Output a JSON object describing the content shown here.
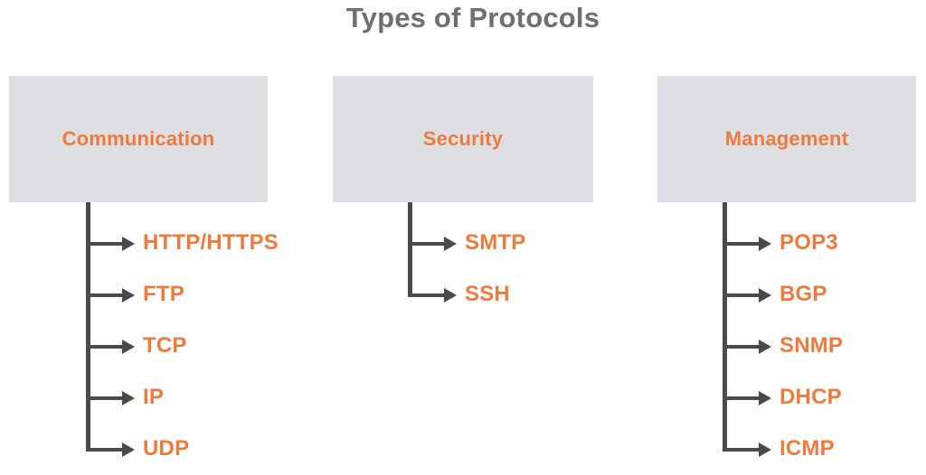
{
  "title": "Types of Protocols",
  "colors": {
    "accent_orange": "#F0793C",
    "box_gray": "#DEDFE2",
    "line_gray": "#4A4A4A",
    "title_gray": "#6F6F6F"
  },
  "categories": [
    {
      "label": "Communication",
      "items": [
        "HTTP/HTTPS",
        "FTP",
        "TCP",
        "IP",
        "UDP"
      ]
    },
    {
      "label": "Security",
      "items": [
        "SMTP",
        "SSH"
      ]
    },
    {
      "label": "Management",
      "items": [
        "POP3",
        "BGP",
        "SNMP",
        "DHCP",
        "ICMP"
      ]
    }
  ]
}
